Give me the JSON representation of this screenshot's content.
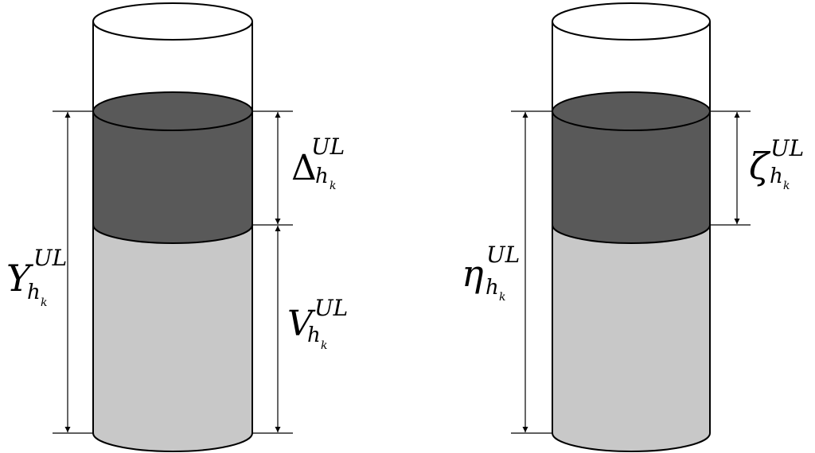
{
  "colors": {
    "outline": "#000000",
    "top_layer": "#595959",
    "bottom_layer": "#c8c8c8",
    "empty": "#ffffff"
  },
  "left_cylinder": {
    "labels": {
      "total": {
        "symbol": "Y",
        "superscript": "UL",
        "subscript": "h",
        "subsubscript": "k"
      },
      "top": {
        "symbol": "Δ",
        "superscript": "UL",
        "subscript": "h",
        "subsubscript": "k"
      },
      "bottom": {
        "symbol": "V",
        "superscript": "UL",
        "subscript": "h",
        "subsubscript": "k"
      }
    }
  },
  "right_cylinder": {
    "labels": {
      "total": {
        "symbol": "η",
        "superscript": "UL",
        "subscript": "h",
        "subsubscript": "k"
      },
      "top": {
        "symbol": "ζ",
        "superscript": "UL",
        "subscript": "h",
        "subsubscript": "k"
      }
    }
  }
}
